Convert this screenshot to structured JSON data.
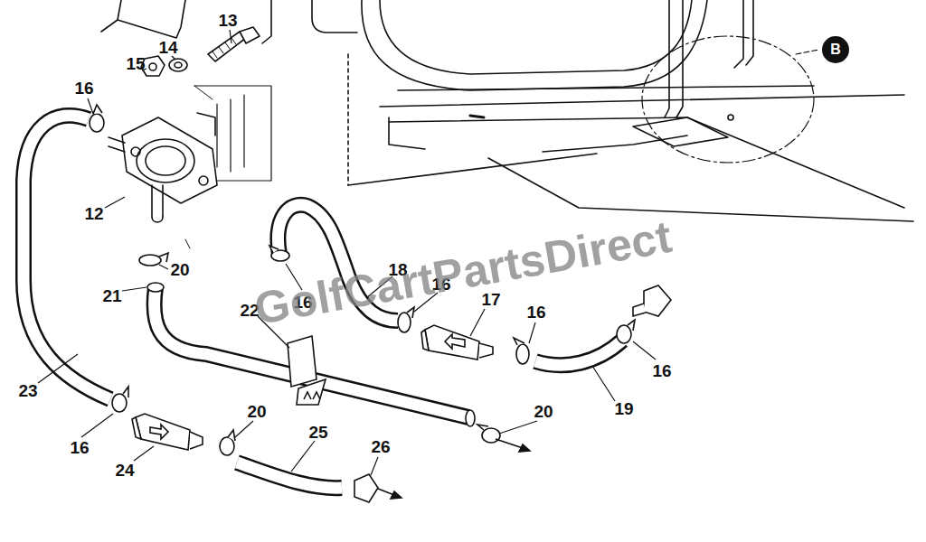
{
  "diagram": {
    "nodes": [
      {
        "text": [
          "B"
        ]
      }
    ],
    "labels": [
      "13",
      "14",
      "15",
      "16",
      "12",
      "20",
      "21",
      "16",
      "18",
      "16",
      "17",
      "16",
      "16",
      "19",
      "22",
      "23",
      "16",
      "24",
      "20",
      "20",
      "25",
      "26",
      "GolfCartPartsDirect"
    ]
  }
}
